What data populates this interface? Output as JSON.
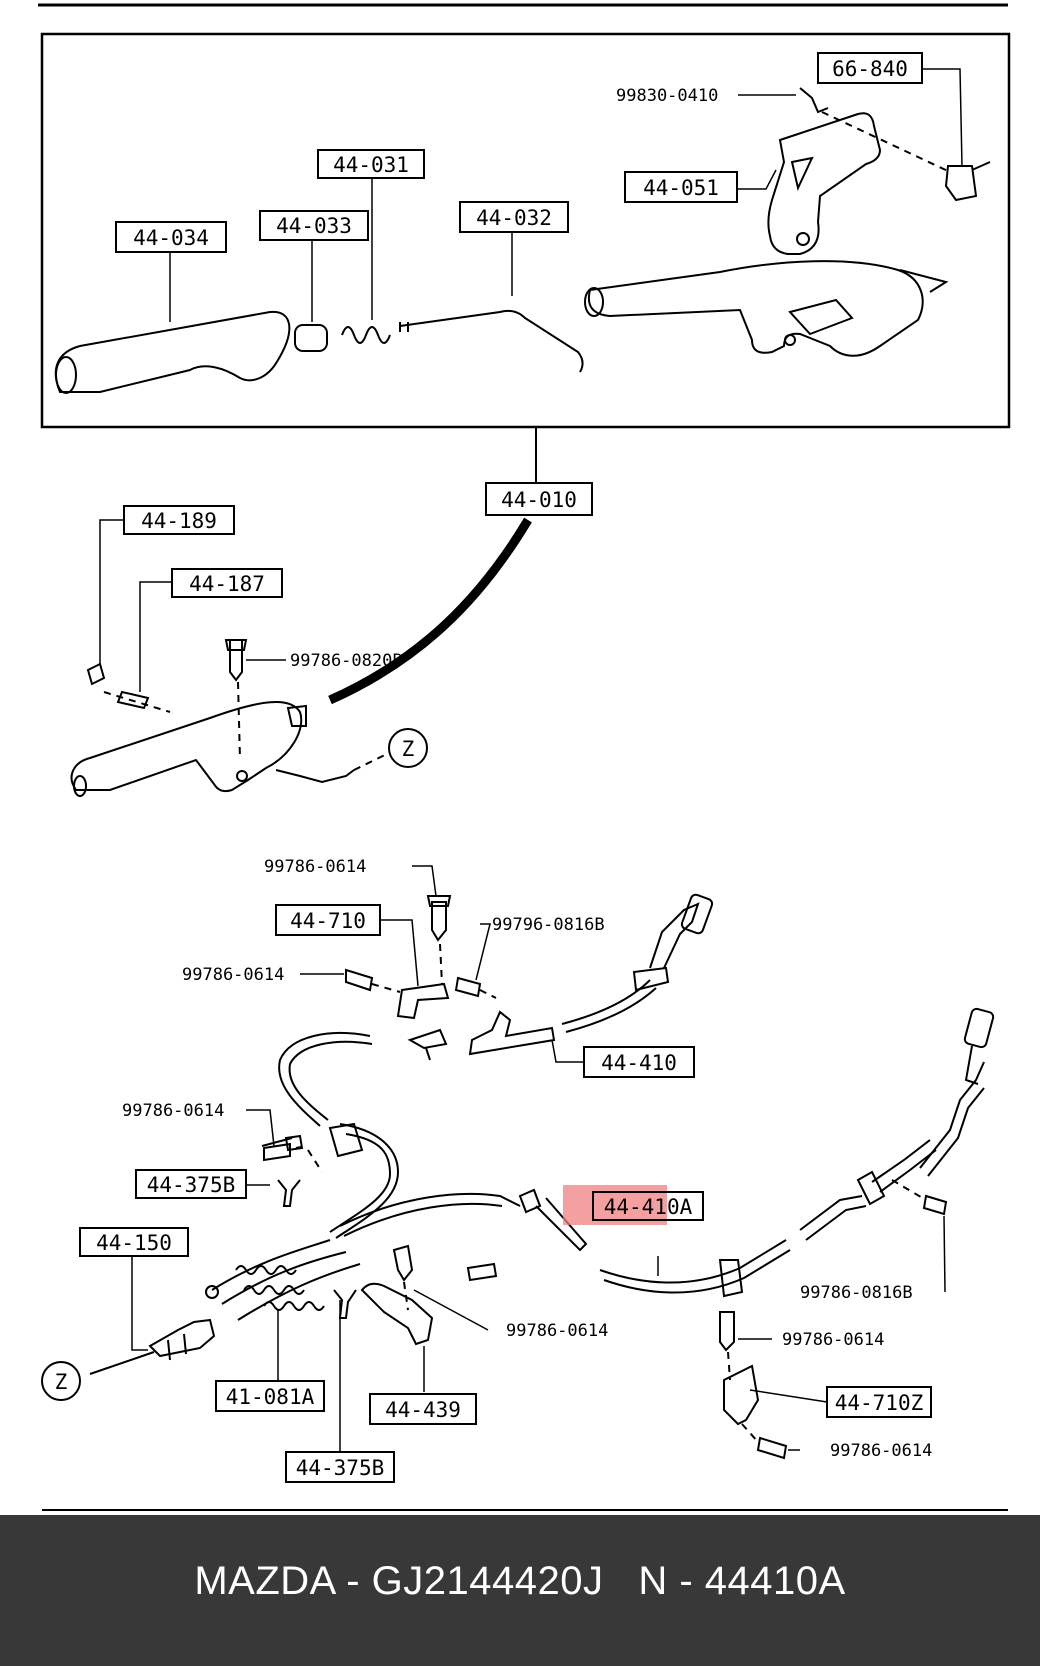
{
  "diagram": {
    "boxed_labels": [
      "66-840",
      "44-051",
      "44-031",
      "44-033",
      "44-034",
      "44-032",
      "44-010",
      "44-189",
      "44-187",
      "44-710",
      "44-410",
      "44-375B",
      "44-150",
      "44-410A",
      "41-081A",
      "44-439",
      "44-375B",
      "44-710Z"
    ],
    "plain_labels": [
      "99830-0410",
      "99786-0820B",
      "99786-0614",
      "99796-0816B",
      "99786-0614",
      "99786-0614",
      "99786-0614",
      "99786-0816B",
      "99786-0614",
      "99786-0614"
    ],
    "zone_marker": "Z",
    "highlight_color": "#f08080"
  },
  "footer": {
    "caption": "MAZDA - GJ2144420J   N - 44410A",
    "background": "#383838",
    "text_color": "#ffffff"
  }
}
